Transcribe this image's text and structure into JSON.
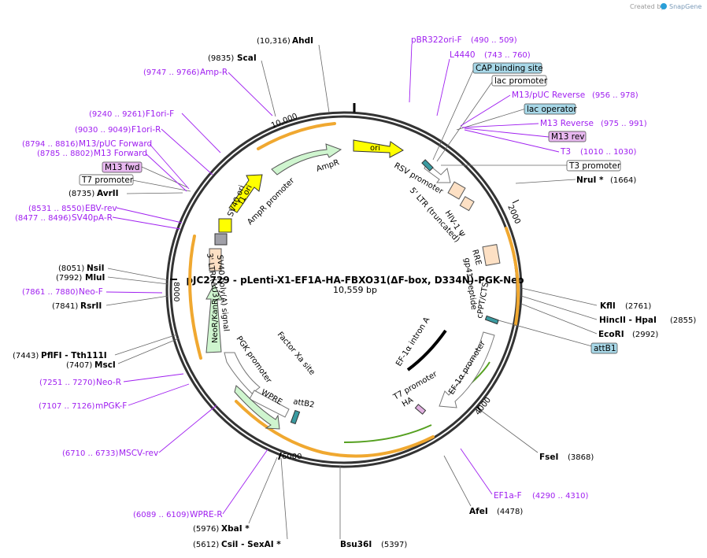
{
  "credit": {
    "created_by": "Created by",
    "brand": "SnapGene"
  },
  "plasmid": {
    "name": "pJC2729 - pLenti-X1-EF1A-HA-FBXO31(ΔF-box, D334N)-PGK-Neo",
    "length": "10,559 bp"
  },
  "ticks": [
    "10,000",
    "2000",
    "4000",
    "6000",
    "8000"
  ],
  "features": {
    "ori": "ori",
    "ampr": "AmpR",
    "f1_ori": "f1 ori",
    "neor": "NeoR/KanR"
  },
  "inner_labels": {
    "rsv_promoter": "RSV promoter",
    "five_ltr": "5' LTR (truncated)",
    "hiv1_psi": "HIV-1 Ψ",
    "rre": "RRE",
    "gp41": "gp41 peptide",
    "cppt": "cPPT/CTS",
    "ef1a_promoter": "EF-1α promoter",
    "ef1a_intron": "EF-1α intron A",
    "t7_promoter": "T7 promoter",
    "ha": "HA",
    "attb2": "attB2",
    "wpre": "WPRE",
    "pgk_promoter": "PGK promoter",
    "factor_xa": "Factor Xa site",
    "sv40_polya": "SV40 poly(A) signal",
    "three_ltr": "3' LTR (ΔU3)",
    "sv40_ori": "SV40 ori",
    "ampr_promoter": "AmpR promoter"
  },
  "enzymes": {
    "ahdi": {
      "name": "AhdI",
      "pos": "(10,316)"
    },
    "scai": {
      "name": "ScaI",
      "pos": "(9835)"
    },
    "avrii": {
      "name": "AvrII",
      "pos": "(8735)"
    },
    "nsii": {
      "name": "NsiI",
      "pos": "(8051)"
    },
    "mlui": {
      "name": "MluI",
      "pos": "(7992)"
    },
    "rsrii": {
      "name": "RsrII",
      "pos": "(7841)"
    },
    "pflfi": {
      "name": "PflFI - Tth111I",
      "pos": "(7443)"
    },
    "msci": {
      "name": "MscI",
      "pos": "(7407)"
    },
    "xbai": {
      "name": "XbaI *",
      "pos": "(5976)"
    },
    "csii": {
      "name": "CsiI - SexAI *",
      "pos": "(5612)"
    },
    "bsu36i": {
      "name": "Bsu36I",
      "pos": "(5397)"
    },
    "afei": {
      "name": "AfeI",
      "pos": "(4478)"
    },
    "fsei": {
      "name": "FseI",
      "pos": "(3868)"
    },
    "nrui": {
      "name": "NruI *",
      "pos": "(1664)"
    },
    "kfli": {
      "name": "KflI",
      "pos": "(2761)"
    },
    "hincii": {
      "name": "HincII - HpaI",
      "pos": "(2855)"
    },
    "ecori": {
      "name": "EcoRI",
      "pos": "(2992)"
    }
  },
  "primers": {
    "pbr322": {
      "name": "pBR322ori-F",
      "pos": "(490 .. 509)"
    },
    "l4440": {
      "name": "L4440",
      "pos": "(743 .. 760)"
    },
    "m13puc_rev": {
      "name": "M13/pUC Reverse",
      "pos": "(956 .. 978)"
    },
    "m13_rev": {
      "name": "M13 Reverse",
      "pos": "(975 .. 991)"
    },
    "t3": {
      "name": "T3",
      "pos": "(1010 .. 1030)"
    },
    "amp_r": {
      "name": "Amp-R",
      "pos": "(9747 .. 9766)"
    },
    "f1ori_f": {
      "name": "F1ori-F",
      "pos": "(9240 .. 9261)"
    },
    "f1ori_r": {
      "name": "F1ori-R",
      "pos": "(9030 .. 9049)"
    },
    "m13puc_fwd": {
      "name": "M13/pUC Forward",
      "pos": "(8794 .. 8816)"
    },
    "m13_fwd": {
      "name": "M13 Forward",
      "pos": "(8785 .. 8802)"
    },
    "ebv_rev": {
      "name": "EBV-rev",
      "pos": "(8531 .. 8550)"
    },
    "sv40pa_r": {
      "name": "SV40pA-R",
      "pos": "(8477 .. 8496)"
    },
    "neo_f": {
      "name": "Neo-F",
      "pos": "(7861 .. 7880)"
    },
    "neo_r": {
      "name": "Neo-R",
      "pos": "(7251 .. 7270)"
    },
    "mpgk_f": {
      "name": "mPGK-F",
      "pos": "(7107 .. 7126)"
    },
    "mscv_rev": {
      "name": "MSCV-rev",
      "pos": "(6710 .. 6733)"
    },
    "wpre_r": {
      "name": "WPRE-R",
      "pos": "(6089 .. 6109)"
    },
    "ef1a_f": {
      "name": "EF1a-F",
      "pos": "(4290 .. 4310)"
    }
  },
  "boxes": {
    "cap": "CAP binding site",
    "lac_promoter": "lac promoter",
    "lac_operator": "lac operator",
    "m13_rev": "M13 rev",
    "t3_promoter": "T3 promoter",
    "attb1": "attB1",
    "m13_fwd": "M13 fwd",
    "t7_promoter": "T7 promoter"
  }
}
